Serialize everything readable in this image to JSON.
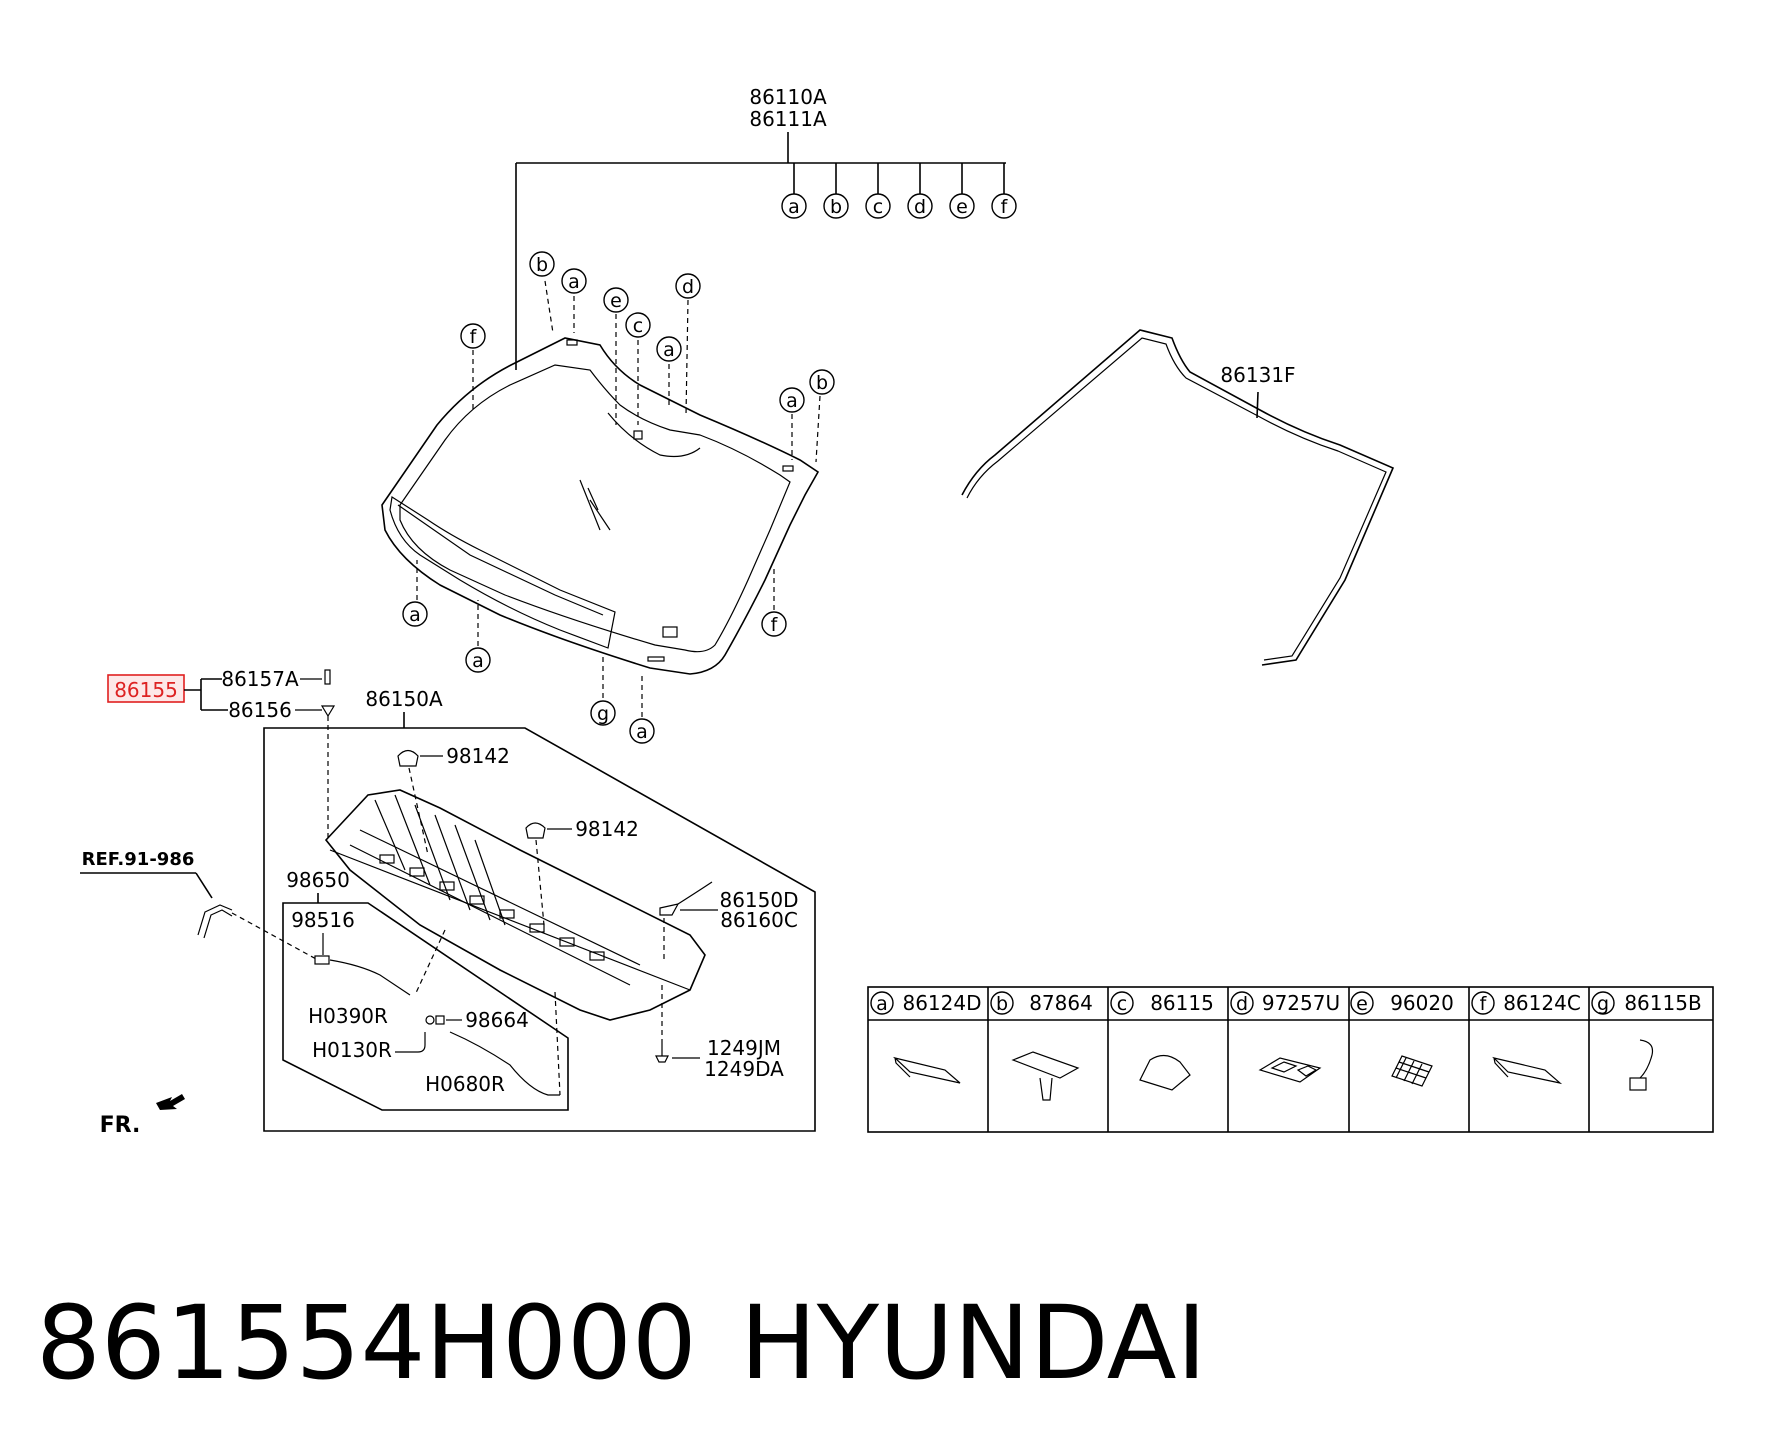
{
  "assembly": {
    "label_line1": "86110A",
    "label_line2": "86111A",
    "letters": [
      "a",
      "b",
      "c",
      "d",
      "e",
      "f"
    ]
  },
  "glass_callouts": [
    "b",
    "a",
    "e",
    "c",
    "d",
    "a",
    "f",
    "a",
    "b",
    "a",
    "a",
    "f",
    "g",
    "a"
  ],
  "moulding": {
    "label": "86131F"
  },
  "highlighted_part": {
    "label": "86155"
  },
  "parts": {
    "p86157A": "86157A",
    "p86156": "86156",
    "p86150A": "86150A",
    "p98142_top": "98142",
    "p98142_mid": "98142",
    "p86150D": "86150D",
    "p86160C": "86160C",
    "p98650": "98650",
    "p98516": "98516",
    "pH0390R": "H0390R",
    "p98664": "98664",
    "pH0130R": "H0130R",
    "pH0680R": "H0680R",
    "p1249JM": "1249JM",
    "p1249DA": "1249DA"
  },
  "ref_label": "REF.91-986",
  "fr_label": "FR.",
  "legend": [
    {
      "letter": "a",
      "part": "86124D"
    },
    {
      "letter": "b",
      "part": "87864"
    },
    {
      "letter": "c",
      "part": "86115"
    },
    {
      "letter": "d",
      "part": "97257U"
    },
    {
      "letter": "e",
      "part": "96020"
    },
    {
      "letter": "f",
      "part": "86124C"
    },
    {
      "letter": "g",
      "part": "86115B"
    }
  ],
  "caption": {
    "part_number": "861554H000",
    "brand": "HYUNDAI"
  }
}
